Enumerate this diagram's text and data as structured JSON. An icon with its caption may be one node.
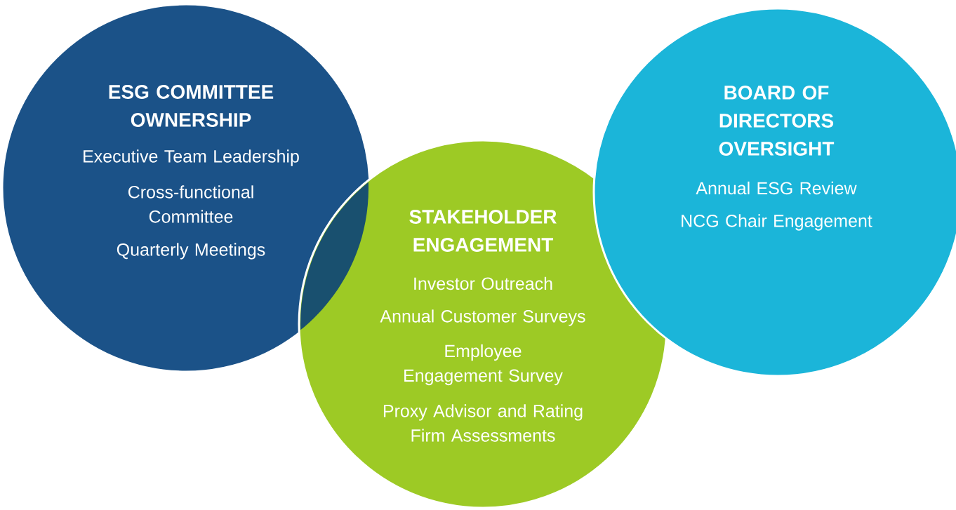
{
  "diagram": {
    "nodes": [
      {
        "text": [
          "ESG COMMITTEE OWNERSHIP",
          "Executive Team Leadership",
          "Cross-functional Committee",
          "Quarterly Meetings"
        ]
      },
      {
        "text": [
          "STAKEHOLDER ENGAGEMENT",
          "Investor Outreach",
          "Annual Customer Surveys",
          "Employee Engagement Survey",
          "Proxy Advisor and Rating Firm Assessments"
        ]
      },
      {
        "text": [
          "BOARD OF DIRECTORS OVERSIGHT",
          "Annual ESG Review",
          "NCG Chair Engagement"
        ]
      }
    ]
  }
}
